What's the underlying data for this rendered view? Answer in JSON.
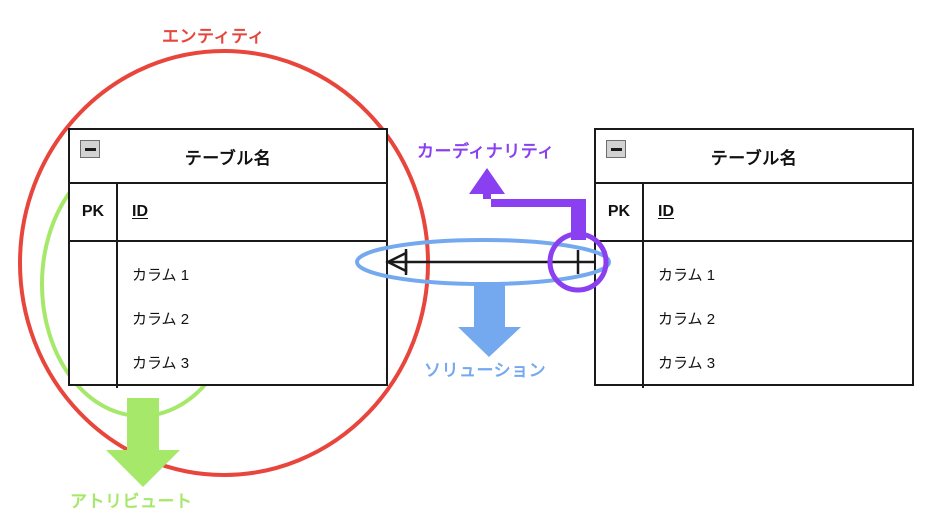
{
  "diagram": {
    "title": "ER diagram notation explainer",
    "background": "#ffffff"
  },
  "colors": {
    "entity_red": "#e8453c",
    "attribute_green": "#a5e86a",
    "cardinality_purple": "#8a3ff0",
    "solution_blue": "#74a9ef",
    "line_black": "#1a1a1a",
    "icon_gray": "#d2d2d2"
  },
  "tables": [
    {
      "id": "left-table",
      "title": "テーブル名",
      "collapse_icon": "minus-box-icon",
      "key_label": "PK",
      "key_field": "ID",
      "attributes": [
        "カラム 1",
        "カラム 2",
        "カラム 3"
      ]
    },
    {
      "id": "right-table",
      "title": "テーブル名",
      "collapse_icon": "minus-box-icon",
      "key_label": "PK",
      "key_field": "ID",
      "attributes": [
        "カラム 1",
        "カラム 2",
        "カラム 3"
      ]
    }
  ],
  "relationship": {
    "left_end_notation": "crow-foot-many",
    "right_end_notation": "single-tick-one",
    "line_color": "#1a1a1a"
  },
  "annotations": [
    {
      "id": "entity",
      "label": "エンティティ",
      "color": "#e8453c",
      "shape": "circle",
      "target": "left-table",
      "marker": "none"
    },
    {
      "id": "attribute",
      "label": "アトリビュート",
      "color": "#a5e86a",
      "shape": "ellipse",
      "target": "left-table-columns",
      "marker": "down-arrow"
    },
    {
      "id": "cardinality",
      "label": "カーディナリティ",
      "color": "#8a3ff0",
      "shape": "circle",
      "target": "relationship-right-end",
      "marker": "elbow-up-arrow"
    },
    {
      "id": "solution",
      "label": "ソリューション",
      "color": "#74a9ef",
      "shape": "ellipse",
      "target": "relationship-line",
      "marker": "down-arrow"
    }
  ]
}
